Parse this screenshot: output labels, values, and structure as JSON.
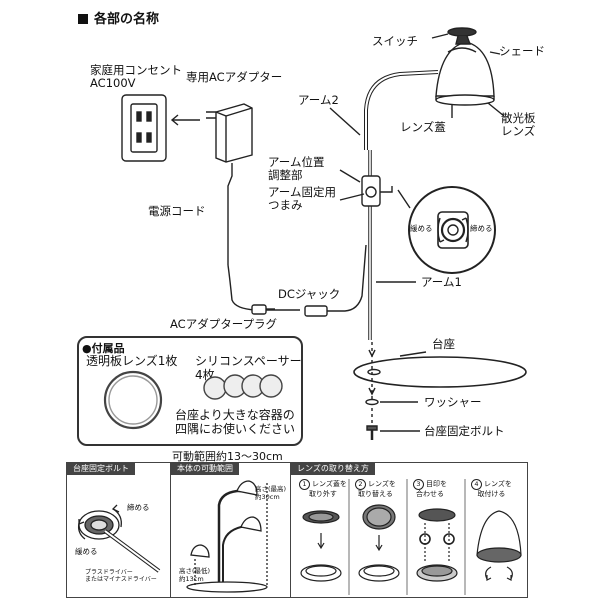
{
  "section": {
    "title": "各部の名称"
  },
  "labels": {
    "switch": "スイッチ",
    "shade": "シェード",
    "arm2": "アーム2",
    "lens_cover": "レンズ蓋",
    "diffuser_lens": "散光板\nレンズ",
    "outlet": "家庭用コンセント\nAC100V",
    "adapter": "専用ACアダプター",
    "arm_pos": "アーム位置\n調整部",
    "arm_knob": "アーム固定用\nつまみ",
    "cord": "電源コード",
    "loosen": "緩める",
    "tighten": "締める",
    "dc_jack": "DCジャック",
    "arm1": "アーム1",
    "ac_plug": "ACアダプタープラグ",
    "base": "台座",
    "washer": "ワッシャー",
    "base_bolt": "台座固定ボルト"
  },
  "accessories": {
    "title": "●付属品",
    "lens": "透明板レンズ1枚",
    "spacer": "シリコンスペーサー\n4枚",
    "note": "台座より大きな容器の\n四隅にお使いください"
  },
  "range": "可動範囲約13〜30cm",
  "panels": {
    "bolt": {
      "title": "台座固定ボルト",
      "tighten": "締める",
      "loosen": "緩める",
      "tool": "プラスドライバー\nまたはマイナスドライバー"
    },
    "range": {
      "title": "本体の可動範囲",
      "max": "高さ(最高)\n約30cm",
      "min": "高さ(最低)\n約13cm"
    },
    "lens": {
      "title": "レンズの取り替え方",
      "steps": [
        {
          "num": "1",
          "text": "レンズ蓋を\n取り外す"
        },
        {
          "num": "2",
          "text": "レンズを\n取り替える"
        },
        {
          "num": "3",
          "text": "目印を\n合わせる"
        },
        {
          "num": "4",
          "text": "レンズを\n取付ける"
        }
      ]
    }
  }
}
